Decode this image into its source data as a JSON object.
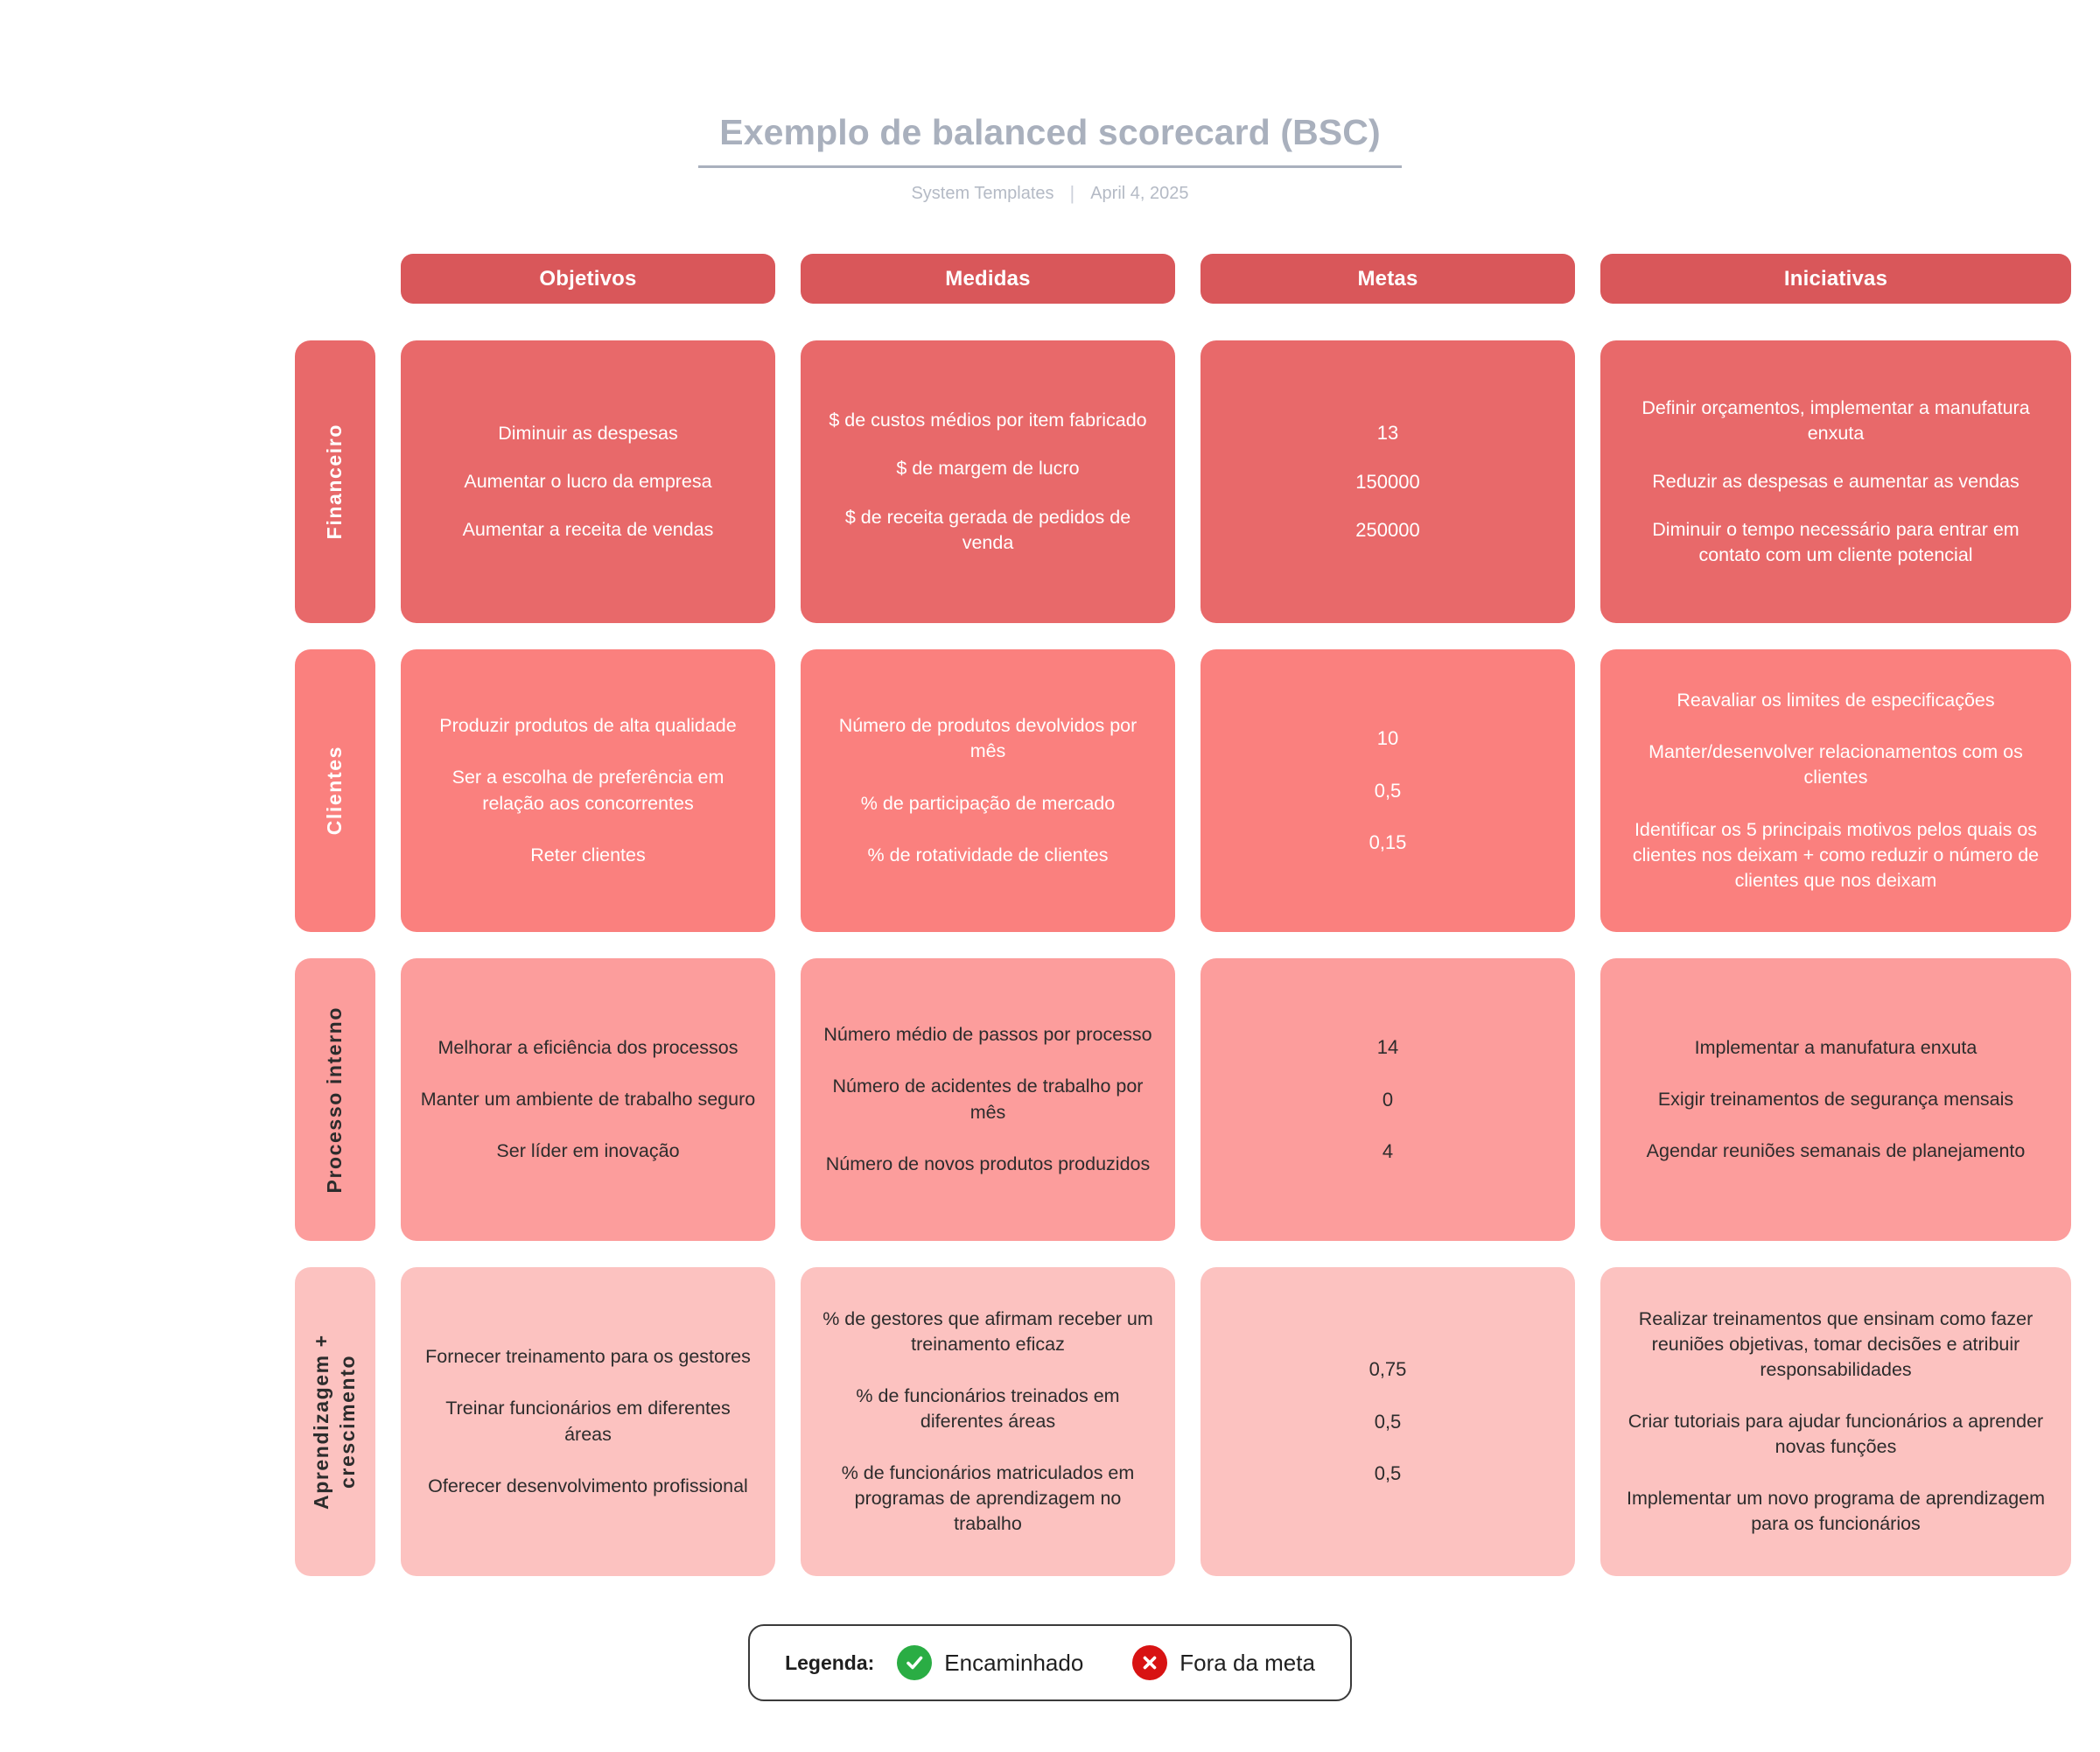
{
  "header": {
    "title": "Exemplo de balanced scorecard (BSC)",
    "source": "System Templates",
    "separator": "|",
    "date": "April 4, 2025"
  },
  "columns": [
    {
      "label": "Objetivos"
    },
    {
      "label": "Medidas"
    },
    {
      "label": "Metas"
    },
    {
      "label": "Iniciativas"
    }
  ],
  "colors": {
    "header_pill": "#d9575a",
    "perspective_1": "#e8696a",
    "perspective_2": "#fa807e",
    "perspective_3": "#fc9d9c",
    "perspective_4": "#fcc2c0",
    "title_gray": "#a9b0bd",
    "legend_on_track": "#2aad44",
    "legend_off_target": "#d81313"
  },
  "perspectives": [
    {
      "label": "Financeiro",
      "objetivos": [
        "Diminuir as despesas",
        "Aumentar o lucro da empresa",
        "Aumentar a receita de vendas"
      ],
      "medidas": [
        "$ de custos médios por item fabricado",
        "$ de margem de lucro",
        "$ de receita gerada de pedidos de venda"
      ],
      "metas": [
        "13",
        "150000",
        "250000"
      ],
      "iniciativas": [
        "Definir orçamentos, implementar a manufatura enxuta",
        "Reduzir as despesas e aumentar as vendas",
        "Diminuir o tempo necessário para entrar em contato com um cliente potencial"
      ]
    },
    {
      "label": "Clientes",
      "objetivos": [
        "Produzir produtos de alta qualidade",
        "Ser a escolha de preferência em relação aos concorrentes",
        "Reter clientes"
      ],
      "medidas": [
        "Número de produtos devolvidos por mês",
        "% de participação de mercado",
        "% de rotatividade de clientes"
      ],
      "metas": [
        "10",
        "0,5",
        "0,15"
      ],
      "iniciativas": [
        "Reavaliar os limites de especificações",
        "Manter/desenvolver relacionamentos com os clientes",
        "Identificar os 5 principais motivos pelos quais os clientes nos deixam + como reduzir o número de clientes que nos deixam"
      ]
    },
    {
      "label": "Processo interno",
      "objetivos": [
        "Melhorar a eficiência dos processos",
        "Manter um ambiente de trabalho seguro",
        "Ser líder em inovação"
      ],
      "medidas": [
        "Número médio de passos por processo",
        "Número de acidentes de trabalho por mês",
        "Número de novos produtos produzidos"
      ],
      "metas": [
        "14",
        "0",
        "4"
      ],
      "iniciativas": [
        "Implementar a manufatura enxuta",
        "Exigir treinamentos de segurança mensais",
        "Agendar reuniões semanais de planejamento"
      ]
    },
    {
      "label": "Aprendizagem + crescimento",
      "objetivos": [
        "Fornecer treinamento para os gestores",
        "Treinar funcionários em diferentes áreas",
        "Oferecer desenvolvimento profissional"
      ],
      "medidas": [
        "% de gestores que afirmam receber um treinamento eficaz",
        "% de funcionários treinados em diferentes áreas",
        "% de funcionários matriculados em programas de aprendizagem no trabalho"
      ],
      "metas": [
        "0,75",
        "0,5",
        "0,5"
      ],
      "iniciativas": [
        "Realizar treinamentos que ensinam como fazer reuniões objetivas, tomar decisões e atribuir responsabilidades",
        "Criar tutoriais para ajudar funcionários a aprender novas funções",
        "Implementar um novo programa de aprendizagem para os funcionários"
      ]
    }
  ],
  "legend": {
    "title": "Legenda:",
    "items": [
      {
        "icon": "check-circle-icon",
        "label": "Encaminhado"
      },
      {
        "icon": "x-circle-icon",
        "label": "Fora da meta"
      }
    ]
  }
}
